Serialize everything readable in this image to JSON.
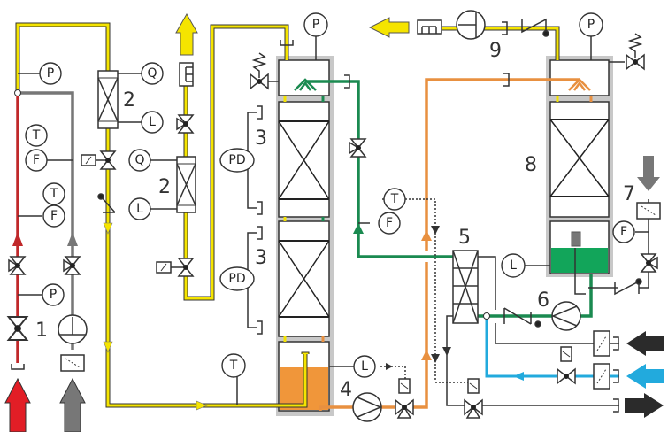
{
  "unit_labels": {
    "u1": "1",
    "u2": "2",
    "u3": "3",
    "u4": "4",
    "u5": "5",
    "u6": "6",
    "u7": "7",
    "u8": "8",
    "u9": "9"
  },
  "instruments": {
    "P": "P",
    "T": "T",
    "F": "F",
    "Q": "Q",
    "L": "L",
    "PD": "PD"
  },
  "colors": {
    "gas_stream": "#f5e400",
    "hot_liquid": "#c0282a",
    "gray_feed": "#777777",
    "rich_solvent": "#e89040",
    "lean_solvent": "#1a8a50",
    "cooling_water": "#22aadd",
    "utility_black": "#333333",
    "column_shell": "#c8c8c8"
  },
  "icons": [
    "valve-icon",
    "angle-valve-icon",
    "pump-icon",
    "compressor-icon",
    "filter-icon",
    "check-valve-icon",
    "relief-valve-icon",
    "solenoid-actuator-icon",
    "flow-arrow-icon",
    "heat-exchanger-icon"
  ]
}
